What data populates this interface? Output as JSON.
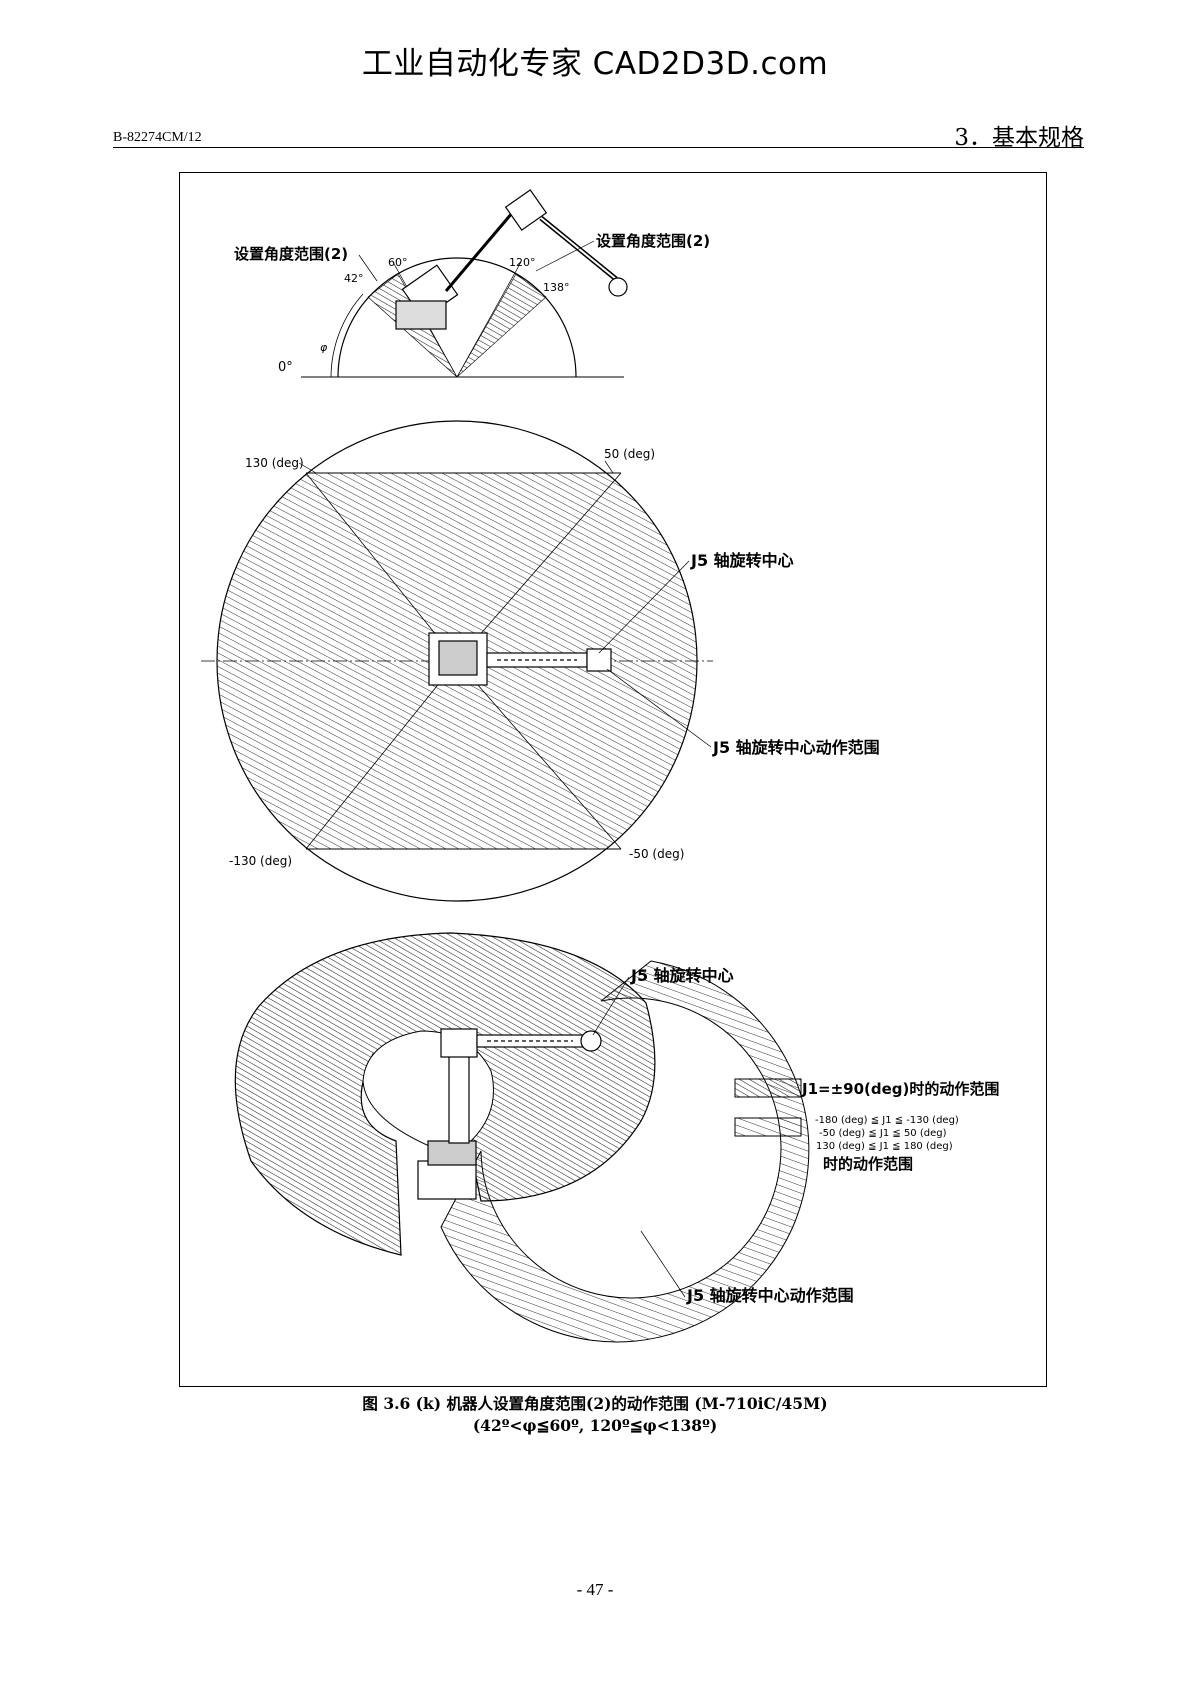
{
  "watermark": "工业自动化专家 CAD2D3D.com",
  "header": {
    "doc_code": "B-82274CM/12",
    "section": "3．基本规格"
  },
  "figure_top": {
    "label_left": "设置角度范围(2)",
    "label_right": "设置角度范围(2)",
    "angle_42": "42°",
    "angle_60": "60°",
    "angle_120": "120°",
    "angle_138": "138°",
    "angle_0": "0°",
    "phi": "φ"
  },
  "figure_middle": {
    "deg_130": "130 (deg)",
    "deg_50": "50 (deg)",
    "deg_m130": "-130 (deg)",
    "deg_m50": "-50 (deg)",
    "j5_center": "J5 轴旋转中心",
    "j5_range": "J5 轴旋转中心动作范围"
  },
  "figure_bottom": {
    "j5_center": "J5 轴旋转中心",
    "j5_range": "J5 轴旋转中心动作范围"
  },
  "legend": {
    "item1": "J1=±90(deg)时的动作范围",
    "item2_line1": "-180 (deg) ≦ J1 ≦ -130 (deg)",
    "item2_line2": "-50 (deg) ≦ J1 ≦    50 (deg)",
    "item2_line3": "130 (deg) ≦ J1 ≦  180 (deg)",
    "item2_line4": "时的动作范围"
  },
  "caption": {
    "line1": "图 3.6 (k)  机器人设置角度范围(2)的动作范围  (M-710iC/45M)",
    "line2": "(42º<φ≦60º, 120º≦φ<138º)"
  },
  "page_number": "- 47 -"
}
